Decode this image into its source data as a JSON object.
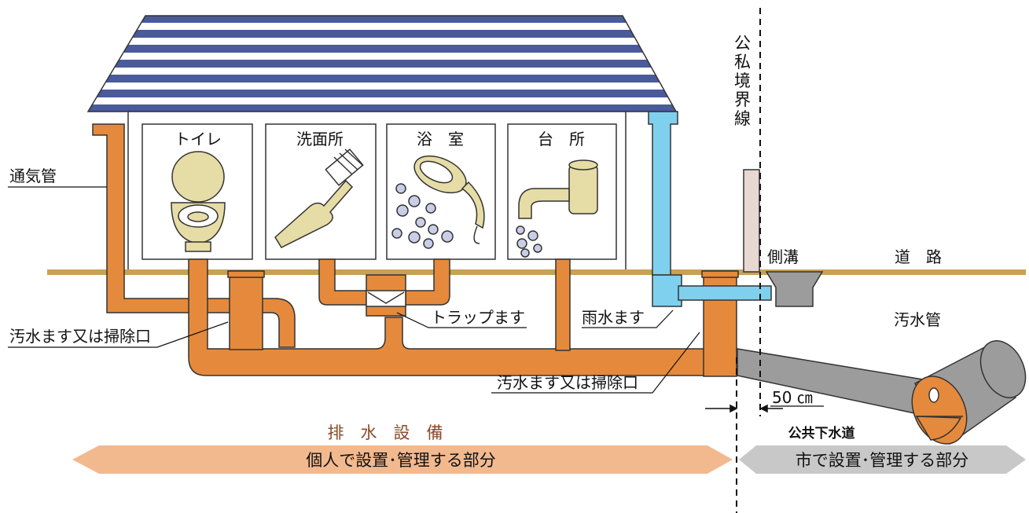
{
  "labels": {
    "boundary_line": "公私境界線",
    "vent_pipe": "通気管",
    "toilet": "トイレ",
    "washroom": "洗面所",
    "bathroom": "浴　室",
    "kitchen": "台　所",
    "side_ditch": "側溝",
    "road": "道　路",
    "sewage_basin_left": "汚水ます又は掃除口",
    "trap_basin": "トラップます",
    "rain_basin": "雨水ます",
    "sewer_pipe": "汚水管",
    "sewage_basin_bottom": "汚水ます又は掃除口",
    "distance": "50 ㎝",
    "drainage_facilities": "排　水　設　備",
    "public_sewer": "公共下水道",
    "private_part": "個人で設置･管理する部分",
    "city_part": "市で設置･管理する部分"
  },
  "colors": {
    "pipe_orange": "#e58a3c",
    "rain_blue": "#7fd0ee",
    "arrow_orange": "#f2b98f",
    "arrow_gray": "#c8c8c8",
    "ground": "#c9a055",
    "roof_blue": "#4a5a9a",
    "drainage_title": "#8b4a2a"
  }
}
